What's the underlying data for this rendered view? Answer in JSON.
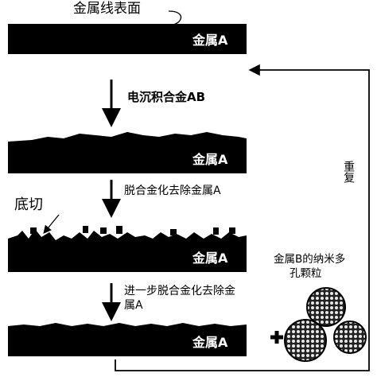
{
  "labels": {
    "wire_surface": "金属线表面",
    "metal_a": "金属A",
    "step1": "电沉积合金AB",
    "step2": "脱合金化去除金属A",
    "step3_line1": "进一步脱合金化去除金",
    "step3_line2": "属A",
    "undercut": "底切",
    "repeat": "重复",
    "nanoparticles_line1": "金属B的纳米多",
    "nanoparticles_line2": "孔颗粒"
  }
}
